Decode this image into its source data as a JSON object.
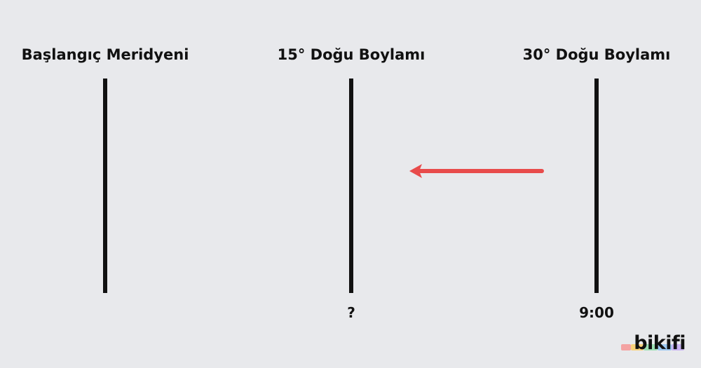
{
  "meridians": [
    {
      "label": "Başlangıç Meridyeni",
      "time": ""
    },
    {
      "label": "15° Doğu Boylamı",
      "time": "?"
    },
    {
      "label": "30° Doğu Boylamı",
      "time": "9:00"
    }
  ],
  "arrow": {
    "direction": "west",
    "color": "#e84b4b"
  },
  "brand": {
    "text": "bikifi",
    "stripe_colors": [
      "#f4a3a3",
      "#f9d27a",
      "#9ee0b5",
      "#9cc8f2",
      "#c9b3f2"
    ]
  }
}
